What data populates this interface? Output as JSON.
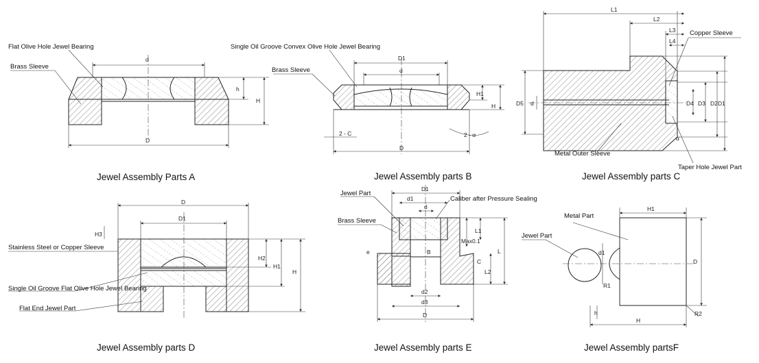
{
  "captions": {
    "a": "Jewel Assembly Parts A",
    "b": "Jewel Assembly parts B",
    "c": "Jewel Assembly parts C",
    "d": "Jewel Assembly parts D",
    "e": "Jewel Assembly parts E",
    "f": "Jewel Assembly partsF"
  },
  "labels": {
    "a": {
      "title": "Flat Olive Hole Jewel Bearing",
      "sleeve": "Brass Sleeve",
      "d": "d",
      "D": "D",
      "h": "h",
      "H": "H"
    },
    "b": {
      "title": "Single Oil Groove Convex Olive Hole Jewel Bearing",
      "sleeve": "Brass Sleeve",
      "D1": "D1",
      "d": "d",
      "D": "D",
      "H1": "H1",
      "H": "H",
      "chamfer_c": "2 - C",
      "chamfer_a": "2 - α"
    },
    "c": {
      "copper": "Copper Sleeve",
      "metal": "Metal Outer Sleeve",
      "taper": "Taper Hole Jewel Part",
      "L1": "L1",
      "L2": "L2",
      "L3": "L3",
      "L4": "L4",
      "D5": "D5",
      "d": "d",
      "D4": "D4",
      "D3": "D3",
      "D2": "D2",
      "D1": "D1",
      "alpha": "α"
    },
    "d": {
      "sleeve": "Stainless Steel or Copper Sleeve",
      "groove": "Single Oil Groove Flat Olive Hole Jewel Bearing",
      "flat": "Flat End Jewel Part",
      "D": "D",
      "D1": "D1",
      "H3": "H3",
      "H2": "H2",
      "H1": "H1",
      "H": "H"
    },
    "e": {
      "jewel": "Jewel Part",
      "caliber": "Caliber after Pressure Sealing",
      "sleeve": "Brass Sleeve",
      "D1": "D1",
      "d1": "d1",
      "d": "d",
      "L1": "L1",
      "L": "L",
      "L2": "L2",
      "B": "B",
      "C": "C",
      "e": "e",
      "d2": "d2",
      "d3": "d3",
      "D": "D",
      "max": "Max0.1"
    },
    "f": {
      "metal": "Metal Part",
      "jewel": "Jewel Part",
      "H1": "H1",
      "H": "H",
      "D": "D",
      "d1": "d1",
      "R1": "R1",
      "R2": "R2",
      "h": "h"
    }
  }
}
